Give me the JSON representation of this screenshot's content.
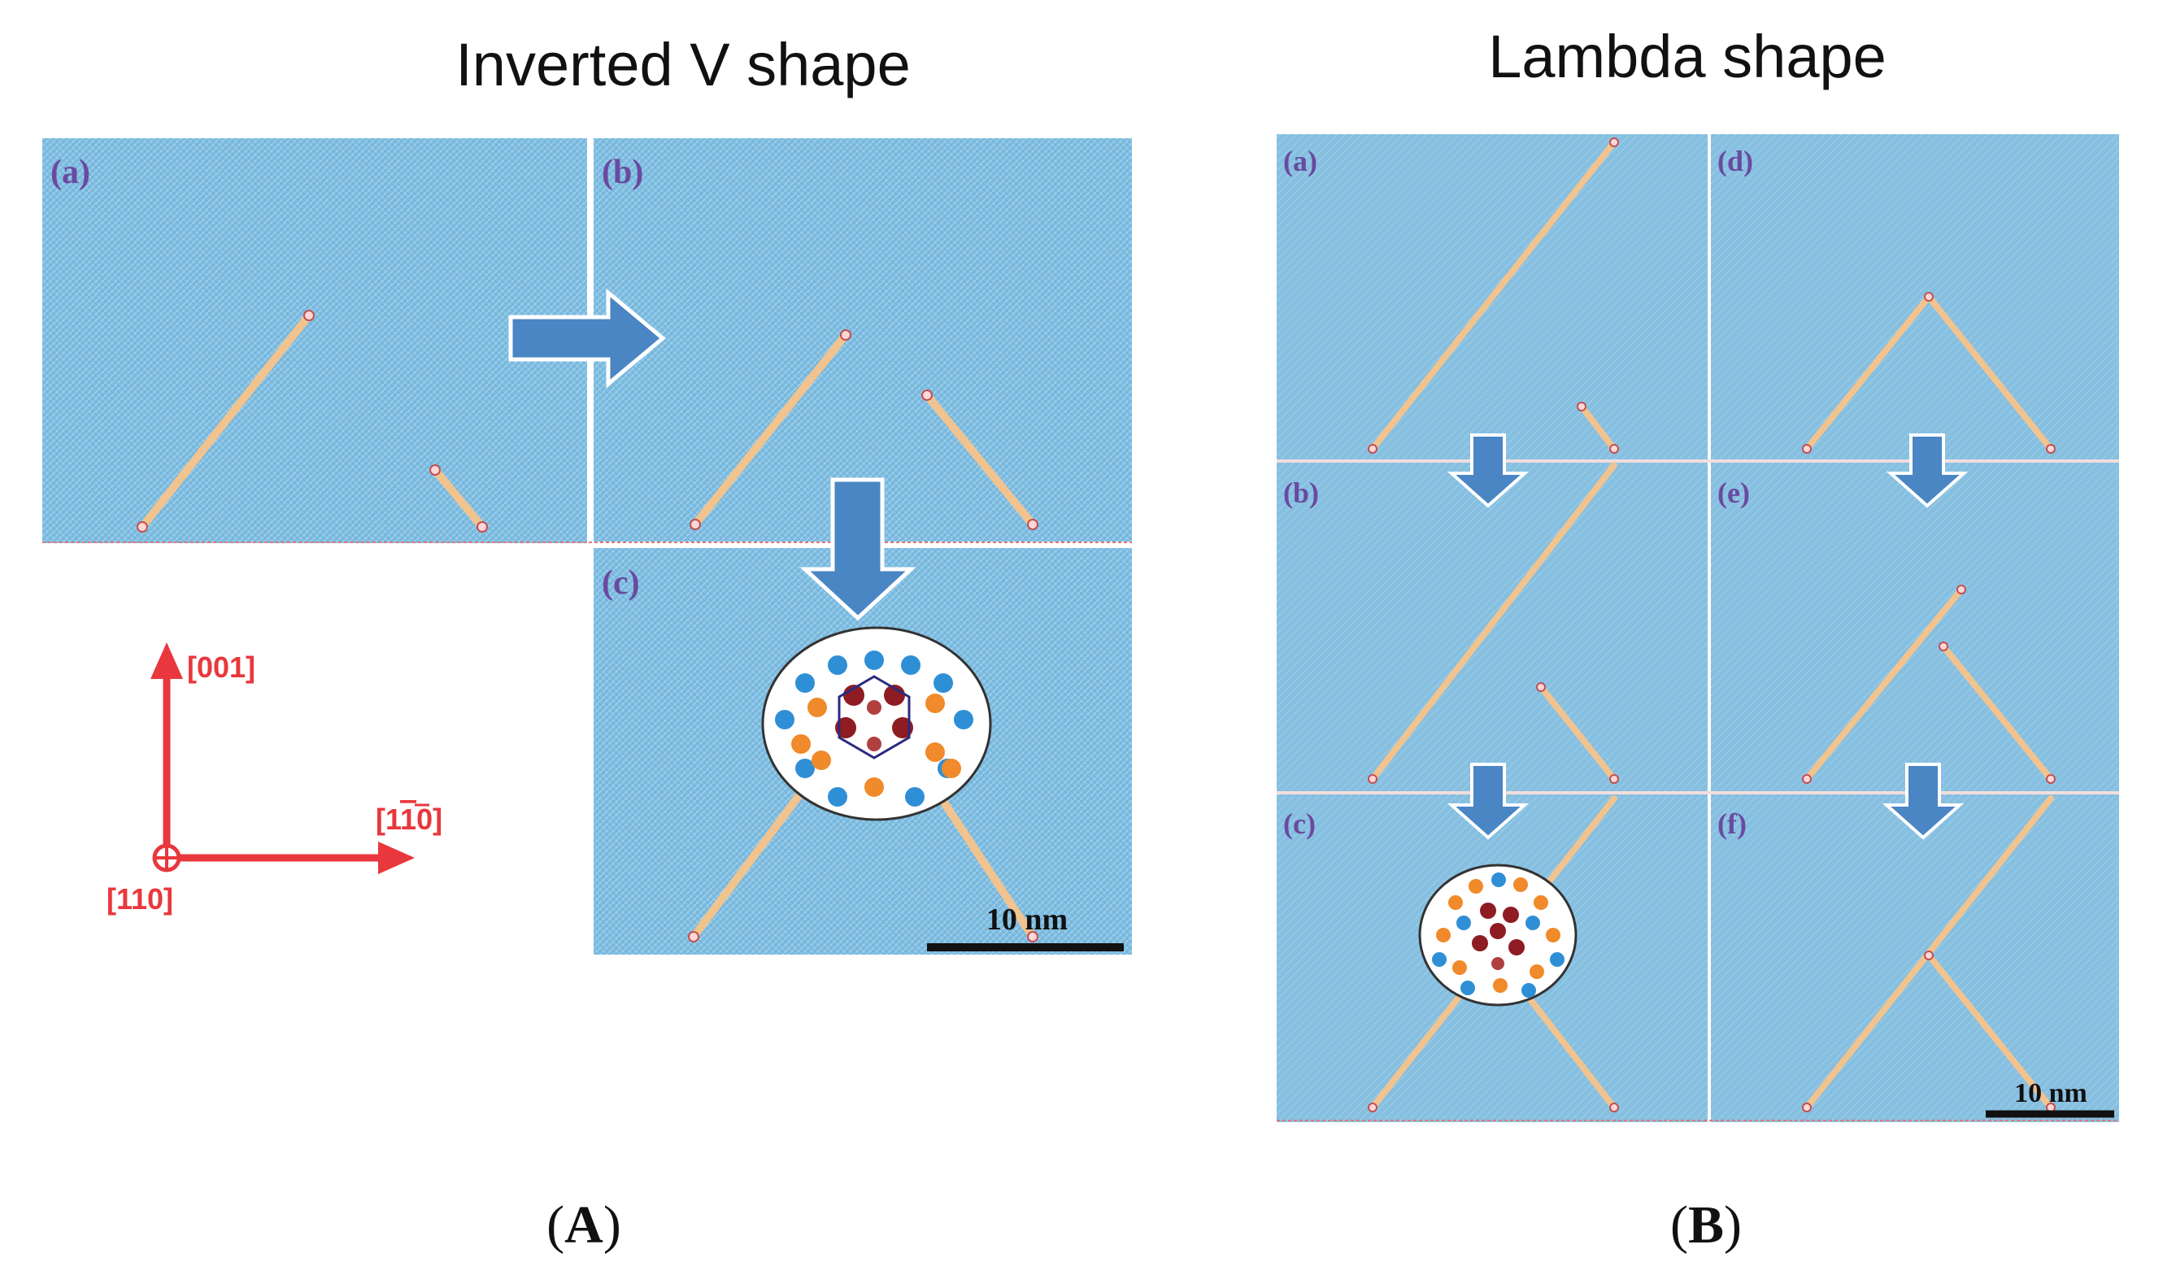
{
  "panel_A": {
    "title": "Inverted V shape",
    "labels": [
      "(a)",
      "(b)",
      "(c)"
    ],
    "scale_bar": "10 nm",
    "axes": {
      "up": "[001]",
      "right": "[1",
      "right_bar": "1",
      "right_end": "0]",
      "origin": "[110]"
    },
    "caption_open": "(",
    "caption_letter": "A",
    "caption_close": ")"
  },
  "panel_B": {
    "title": "Lambda shape",
    "labels": [
      "(a)",
      "(d)",
      "(b)",
      "(e)",
      "(c)",
      "(f)"
    ],
    "scale_bar": "10 nm",
    "caption_open": "(",
    "caption_letter": "B",
    "caption_close": ")"
  },
  "colors": {
    "lattice": "#7fbde0",
    "dislocation": "#f1c38f",
    "arrow": "#4a85c4",
    "axis": "#e8383d",
    "atom_blue": "#2f8fd6",
    "atom_orange": "#f08a2a",
    "atom_red": "#8e1c22",
    "label": "#6a4aa0"
  }
}
